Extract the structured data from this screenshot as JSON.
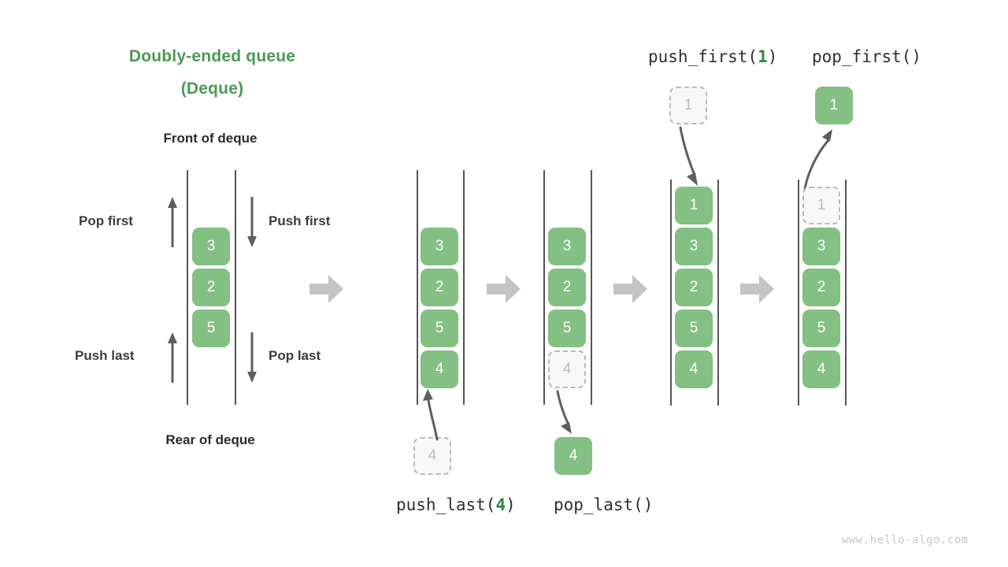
{
  "title": {
    "line1": "Doubly-ended queue",
    "line2": "(Deque)"
  },
  "labels": {
    "front": "Front of deque",
    "rear": "Rear of deque",
    "pop_first": "Pop first",
    "push_first": "Push first",
    "push_last": "Push last",
    "pop_last": "Pop last"
  },
  "operations": {
    "push_last": {
      "name": "push_last(",
      "arg": "4",
      "close": ")"
    },
    "pop_last": {
      "full": "pop_last()"
    },
    "push_first": {
      "name": "push_first(",
      "arg": "1",
      "close": ")"
    },
    "pop_first": {
      "full": "pop_first()"
    }
  },
  "panels": [
    {
      "id": "initial-deque",
      "cells": [
        {
          "value": "3",
          "state": "solid"
        },
        {
          "value": "2",
          "state": "solid"
        },
        {
          "value": "5",
          "state": "solid"
        }
      ],
      "external": []
    },
    {
      "id": "after-push-last",
      "cells": [
        {
          "value": "3",
          "state": "solid"
        },
        {
          "value": "2",
          "state": "solid"
        },
        {
          "value": "5",
          "state": "solid"
        },
        {
          "value": "4",
          "state": "solid"
        }
      ],
      "external": [
        {
          "value": "4",
          "state": "ghost"
        }
      ]
    },
    {
      "id": "after-pop-last",
      "cells": [
        {
          "value": "3",
          "state": "solid"
        },
        {
          "value": "2",
          "state": "solid"
        },
        {
          "value": "5",
          "state": "solid"
        },
        {
          "value": "4",
          "state": "ghost"
        }
      ],
      "external": [
        {
          "value": "4",
          "state": "solid"
        }
      ]
    },
    {
      "id": "after-push-first",
      "cells": [
        {
          "value": "1",
          "state": "solid"
        },
        {
          "value": "3",
          "state": "solid"
        },
        {
          "value": "2",
          "state": "solid"
        },
        {
          "value": "5",
          "state": "solid"
        },
        {
          "value": "4",
          "state": "solid"
        }
      ],
      "external": [
        {
          "value": "1",
          "state": "ghost"
        }
      ]
    },
    {
      "id": "after-pop-first",
      "cells": [
        {
          "value": "1",
          "state": "ghost"
        },
        {
          "value": "3",
          "state": "solid"
        },
        {
          "value": "2",
          "state": "solid"
        },
        {
          "value": "5",
          "state": "solid"
        },
        {
          "value": "4",
          "state": "solid"
        }
      ],
      "external": [
        {
          "value": "1",
          "state": "solid"
        }
      ]
    }
  ],
  "colors": {
    "accent_green": "#4a9a54",
    "cell_green": "#84bf84",
    "ghost_fill": "#f8f8f8",
    "ghost_border": "#b9b9b9",
    "rail": "#555555",
    "big_arrow": "#c4c4c4",
    "thin_arrow": "#5e5e5e",
    "watermark": "#c8c8c8"
  },
  "watermark": "www.hello-algo.com"
}
